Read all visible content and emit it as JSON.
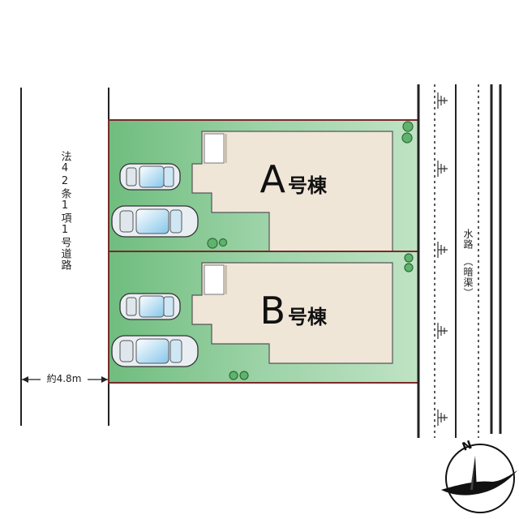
{
  "road": {
    "label": "法42条1項1号道路",
    "width_label": "約4.8m"
  },
  "waterway": {
    "label_top": "水路",
    "label_bottom": "（暗渠）"
  },
  "lots": [
    {
      "building_label": "A",
      "building_suffix": "号棟"
    },
    {
      "building_label": "B",
      "building_suffix": "号棟"
    }
  ],
  "compass": {
    "label": "N"
  },
  "colors": {
    "lot_green": "#86c996",
    "building_beige": "#efe6d8",
    "boundary": "#7a2a2a"
  }
}
